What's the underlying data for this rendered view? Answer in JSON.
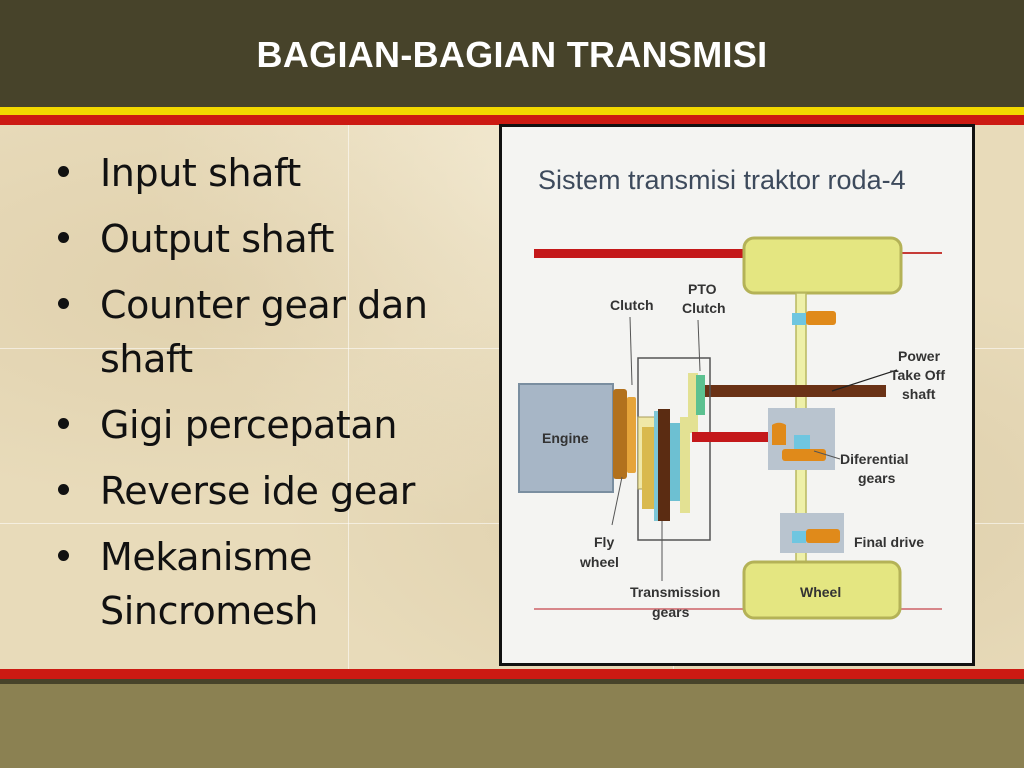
{
  "header": {
    "title": "BAGIAN-BAGIAN TRANSMISI"
  },
  "bullets": [
    {
      "text": "Input shaft"
    },
    {
      "text": "Output shaft"
    },
    {
      "text": "Counter gear dan shaft"
    },
    {
      "text": "Gigi percepatan"
    },
    {
      "text": "Reverse ide gear"
    },
    {
      "text": "Mekanisme Sincromesh"
    }
  ],
  "diagram": {
    "title": "Sistem transmisi traktor roda-4",
    "labels": {
      "clutch": "Clutch",
      "pto_clutch_1": "PTO",
      "pto_clutch_2": "Clutch",
      "pto_shaft_1": "Power",
      "pto_shaft_2": "Take Off",
      "pto_shaft_3": "shaft",
      "engine": "Engine",
      "flywheel_1": "Fly",
      "flywheel_2": "wheel",
      "trans_gears_1": "Transmission",
      "trans_gears_2": "gears",
      "differential_1": "Diferential",
      "differential_2": "gears",
      "final_drive": "Final drive",
      "wheel": "Wheel"
    }
  },
  "colors": {
    "header_bg": "#47432a",
    "accent_yellow": "#f2d800",
    "accent_red": "#cc1a12",
    "footer_bg": "#8b8152",
    "wheel_fill": "#e4e681",
    "engine_fill": "#a7b6c6"
  }
}
